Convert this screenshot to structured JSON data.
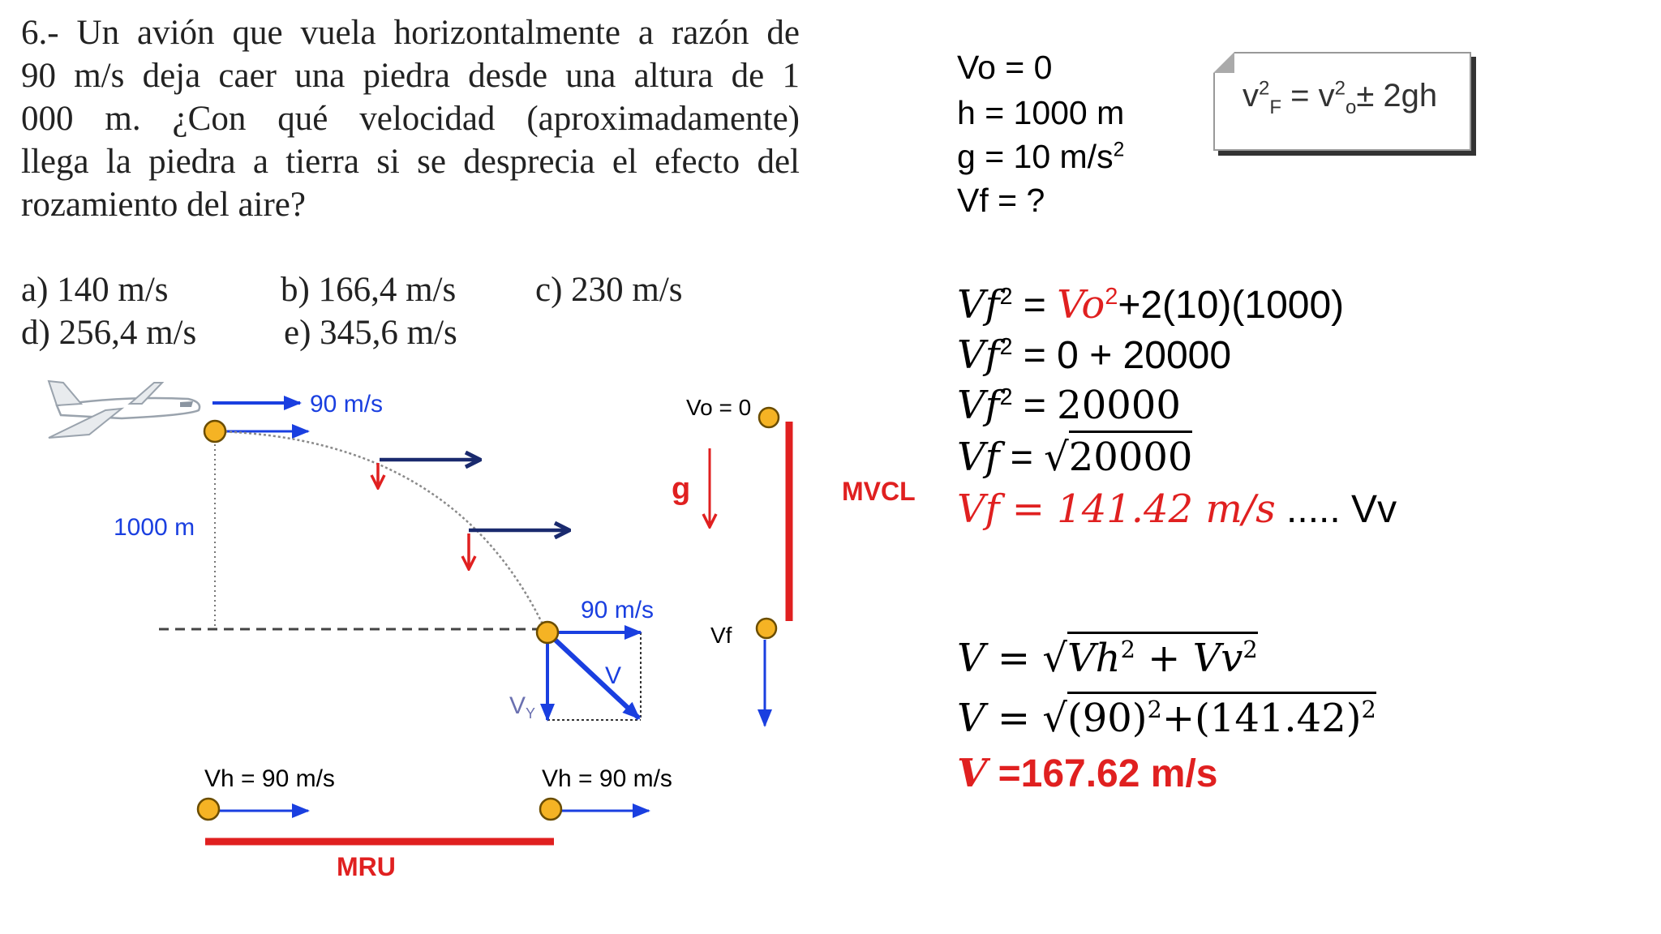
{
  "problem": {
    "lines": [
      "6.- Un avión que vuela horizontalmente a razón de",
      "90 m/s deja caer una piedra desde una altura de 1",
      "000 m. ¿Con qué velocidad (aproximadamente)",
      "llega la piedra a tierra si se desprecia el efecto del",
      "rozamiento del aire?"
    ],
    "options": {
      "a": "a) 140 m/s",
      "b": "b) 166,4 m/s",
      "c": "c) 230 m/s",
      "d": "d) 256,4 m/s",
      "e": "e) 345,6 m/s"
    }
  },
  "given": {
    "vo": "Vo = 0",
    "h": "h = 1000 m",
    "g": "g =  10 m/s",
    "g_exp": "2",
    "vf": "Vf = ?"
  },
  "formula_box": {
    "v": "v",
    "f_sub": "F",
    "sq": "2",
    "eq": " = v",
    "o_sub": "o",
    "rest": "± 2gh"
  },
  "solution": {
    "line1_lhs": "Vf",
    "exp": "2",
    "eq": " = ",
    "line1_vo": "Vo",
    "line1_rest": "+2(10)(1000)",
    "line2_rest": "0 + 20000",
    "line3_rest": "20000",
    "line4_rad": "20000",
    "line5": "Vf = 141.42 m/s",
    "line5_tail": " ..... Vv",
    "v_lhs": "V = ",
    "v_rad1_a": "Vh",
    "v_rad1_plus": " + ",
    "v_rad1_b": "Vv",
    "v_rad2_a": "(90)",
    "v_rad2_plus": "+",
    "v_rad2_b": "(141.42)",
    "result_v": "V",
    "result_rest": " =167.62 m/s"
  },
  "diagram": {
    "top_speed": "90 m/s",
    "height": "1000 m",
    "bottom_speed": "90 m/s",
    "v_label": "V",
    "vy_label": "V",
    "vy_sub": "Y",
    "vo_label": "Vo = 0",
    "g_label": "g",
    "vf_label": "Vf",
    "mvcl": "MVCL",
    "vh_left": "Vh = 90 m/s",
    "vh_right": "Vh = 90 m/s",
    "mru": "MRU"
  },
  "colors": {
    "red": "#e02020",
    "blue": "#1a3fe0",
    "navy": "#1a2a6e",
    "ball": "#f5b324"
  }
}
